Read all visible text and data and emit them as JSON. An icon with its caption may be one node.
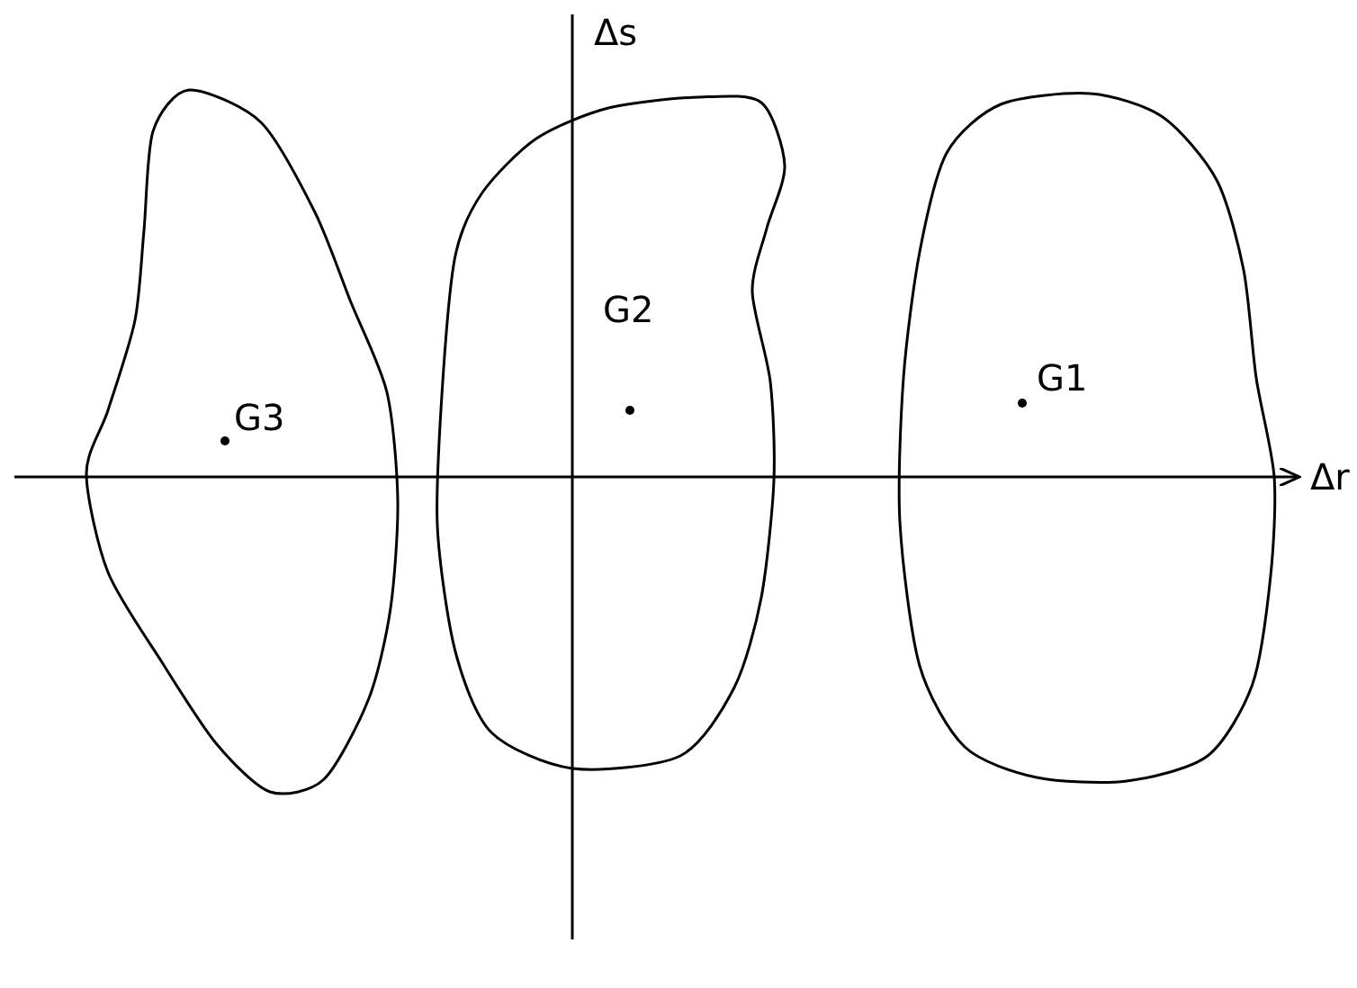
{
  "diagram": {
    "nodes": [
      {
        "text": [
          "G3"
        ]
      },
      {
        "text": [
          "G2"
        ]
      },
      {
        "text": [
          "G1"
        ]
      }
    ],
    "labels": [
      "Δs",
      "Δr"
    ]
  }
}
